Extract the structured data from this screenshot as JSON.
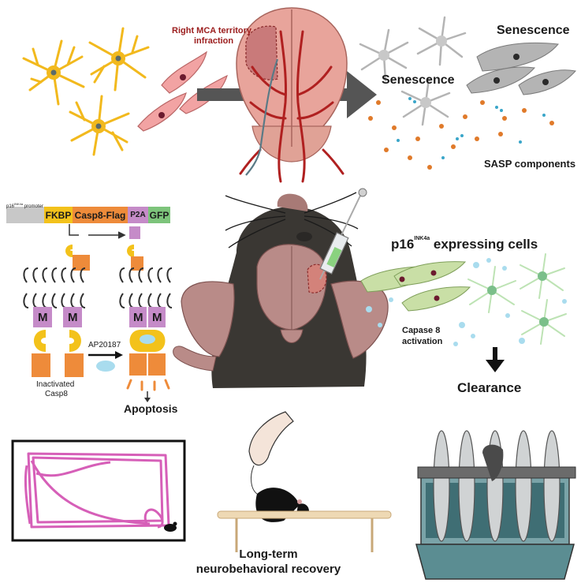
{
  "top": {
    "mca_label_line1": "Right MCA territory",
    "mca_label_line2": "infraction",
    "senescence_left": "Senescence",
    "senescence_right": "Senescence",
    "sasp_label": "SASP components"
  },
  "construct": {
    "promoter": "p16",
    "promoter_sup": "INK4a",
    "promoter_word": "promoter",
    "fkbp": "FKBP",
    "casp8flag": "Casp8-Flag",
    "p2a": "P2A",
    "gfp": "GFP"
  },
  "mechanism": {
    "m_label": "M",
    "drug": "AP20187",
    "inactive_line1": "Inactivated",
    "inactive_line2": "Casp8",
    "apoptosis": "Apoptosis"
  },
  "right_middle": {
    "p16_prefix": "p16",
    "p16_sup": "INK4a",
    "p16_suffix": "expressing cells",
    "capase_line1": "Capase 8",
    "capase_line2": "activation",
    "clearance": "Clearance"
  },
  "bottom": {
    "recovery_line1": "Long-term",
    "recovery_line2": "neurobehavioral recovery"
  },
  "colors": {
    "astro_yellow": "#f2b91d",
    "fibro_pink": "#f2a3a3",
    "brain_pink": "#e8a49b",
    "vessel_red": "#b02020",
    "arrow_gray": "#555555",
    "senescent_gray": "#b4b4b4",
    "sasp_orange": "#e07a2a",
    "sasp_blue": "#3aa6c9",
    "fkbp_yellow": "#f3c21b",
    "casp_orange": "#ee8b3a",
    "p2a_purple": "#c58bc8",
    "gfp_green": "#7dc47b",
    "mouse_dark": "#3a3733",
    "track_pink": "#d65fb8",
    "green_cell": "#c9dfa6",
    "blue_dot": "#a9dcee"
  }
}
